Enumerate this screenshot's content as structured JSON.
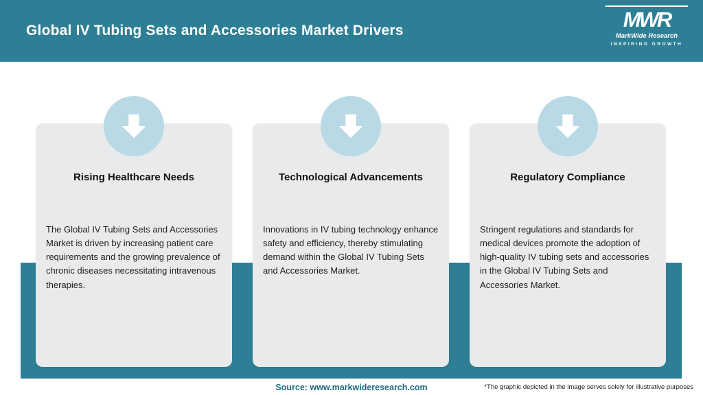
{
  "header": {
    "title": "Global IV Tubing Sets and Accessories Market Drivers",
    "logo": {
      "wordmark": "MWR",
      "name": "MarkWide Research",
      "tagline": "Inspiring Growth"
    }
  },
  "cards": [
    {
      "icon": "down-arrow-icon",
      "title": "Rising Healthcare Needs",
      "body": "The Global IV Tubing Sets and Accessories Market is driven by increasing patient care requirements and the growing prevalence of chronic diseases necessitating intravenous therapies."
    },
    {
      "icon": "down-arrow-icon",
      "title": "Technological Advancements",
      "body": "Innovations in IV tubing technology enhance safety and efficiency, thereby stimulating demand within the Global IV Tubing Sets and Accessories Market."
    },
    {
      "icon": "down-arrow-icon",
      "title": "Regulatory Compliance",
      "body": "Stringent regulations and standards for medical devices promote the adoption of high-quality IV tubing sets and accessories in the Global IV Tubing Sets and Accessories Market."
    }
  ],
  "footer": {
    "source": "Source: www.markwideresearch.com",
    "disclaimer": "*The graphic depicted in the image serves solely for illustrative purposes"
  },
  "colors": {
    "teal": "#2e7f95",
    "light_blue": "#b9d9e4",
    "card_bg": "#e9eaeb",
    "source_text": "#1f6a80"
  }
}
